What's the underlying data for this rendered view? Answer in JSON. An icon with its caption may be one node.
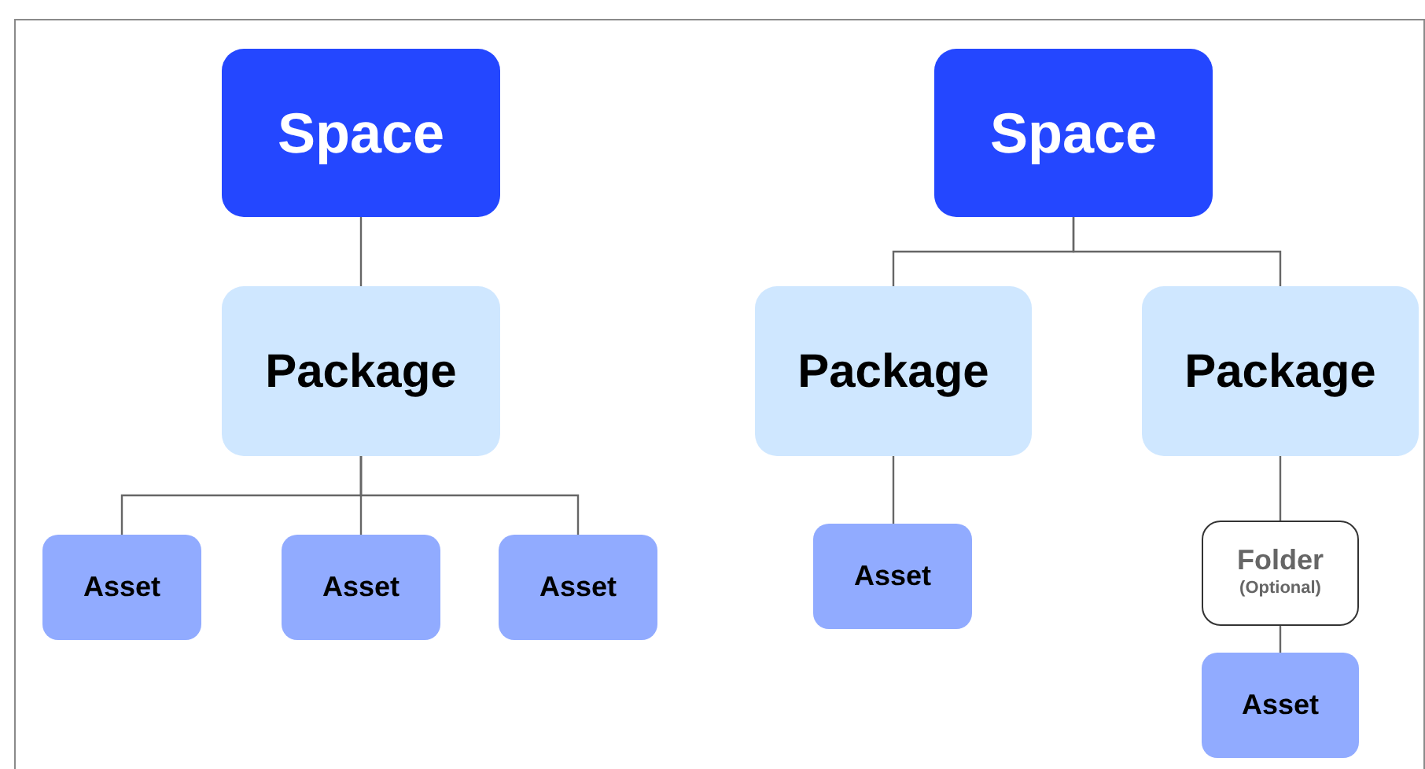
{
  "diagram": {
    "nodes": [
      {
        "text": [
          "Space"
        ]
      },
      {
        "text": [
          "Package"
        ]
      },
      {
        "text": [
          "Asset"
        ]
      },
      {
        "text": [
          "Asset"
        ]
      },
      {
        "text": [
          "Asset"
        ]
      },
      {
        "text": [
          "Space"
        ]
      },
      {
        "text": [
          "Package"
        ]
      },
      {
        "text": [
          "Package"
        ]
      },
      {
        "text": [
          "Asset"
        ]
      },
      {
        "text": [
          "Folder",
          "(Optional)"
        ]
      },
      {
        "text": [
          "Asset"
        ]
      }
    ],
    "edges": [
      {
        "from": 0,
        "to": 1,
        "arrow": "none"
      },
      {
        "from": 1,
        "to": 2,
        "arrow": "none"
      },
      {
        "from": 1,
        "to": 3,
        "arrow": "none"
      },
      {
        "from": 1,
        "to": 4,
        "arrow": "none"
      },
      {
        "from": 5,
        "to": 6,
        "arrow": "none"
      },
      {
        "from": 5,
        "to": 7,
        "arrow": "none"
      },
      {
        "from": 6,
        "to": 8,
        "arrow": "none"
      },
      {
        "from": 7,
        "to": 9,
        "arrow": "none"
      },
      {
        "from": 9,
        "to": 10,
        "arrow": "none"
      }
    ]
  }
}
